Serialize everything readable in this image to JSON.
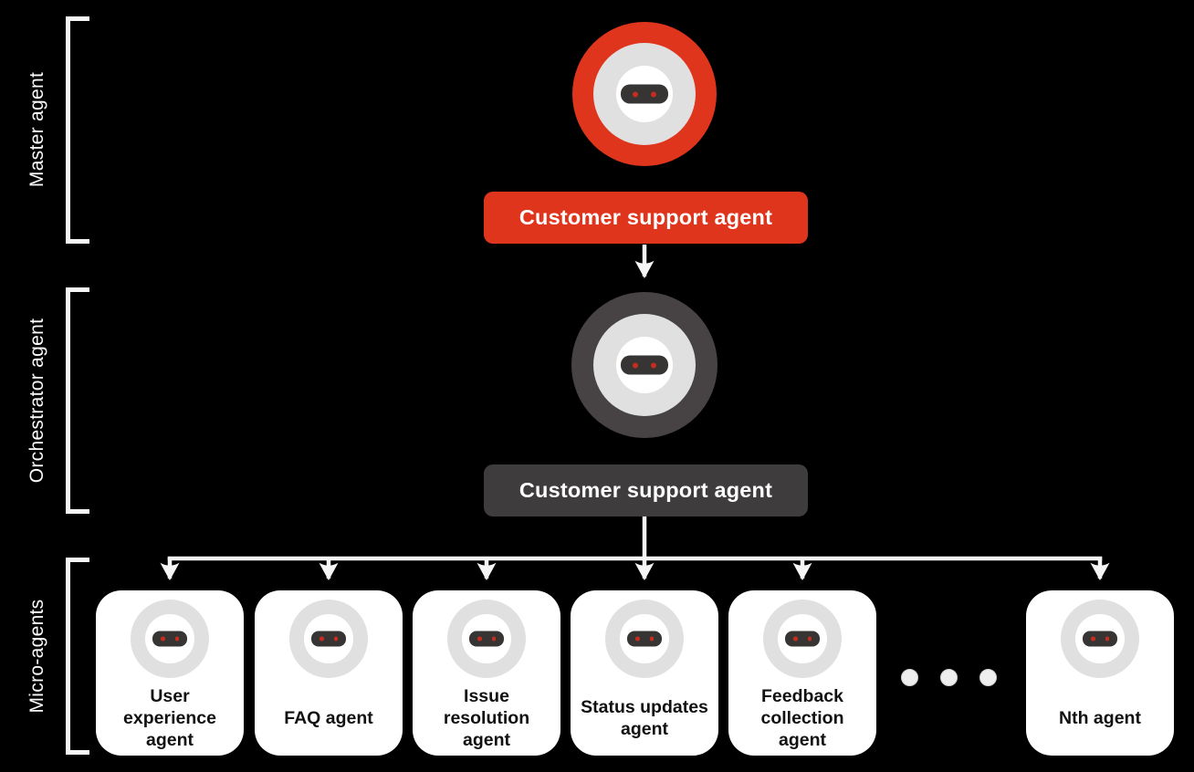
{
  "palette": {
    "background": "#000000",
    "brand_red": "#e0351d",
    "dark_gray_pill": "#3f3c3d",
    "dark_gray_ring": "#474344",
    "halo_gray": "#e0e0e0",
    "face_white": "#ffffff",
    "visor_dark": "#373434",
    "eye_red": "#c62d1e",
    "connector_white": "#f5f5f5",
    "card_white": "#ffffff",
    "card_text": "#111111",
    "dot_gray": "#eeeeee"
  },
  "tiers": {
    "master": {
      "group_label": "Master agent",
      "agent_label": "Customer support agent"
    },
    "orchestrator": {
      "group_label": "Orchestrator agent",
      "agent_label": "Customer support agent"
    },
    "micro": {
      "group_label": "Micro-agents",
      "agents": [
        [
          "User",
          "experience",
          "agent"
        ],
        [
          "FAQ agent"
        ],
        [
          "Issue",
          "resolution",
          "agent"
        ],
        [
          "Status updates",
          "agent"
        ],
        [
          "Feedback",
          "collection",
          "agent"
        ],
        [
          "Nth agent"
        ]
      ],
      "ellipsis_dot_count": 3
    }
  }
}
